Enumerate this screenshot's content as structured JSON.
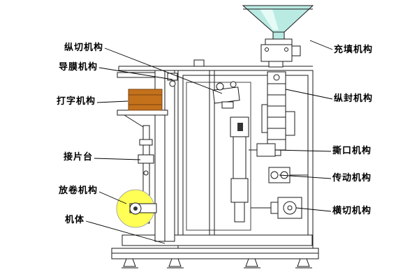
{
  "diagram": {
    "labels": {
      "left": [
        {
          "text": "纵切机构"
        },
        {
          "text": "导膜机构"
        },
        {
          "text": "打字机构"
        },
        {
          "text": "接片台"
        },
        {
          "text": "放卷机构"
        },
        {
          "text": "机体"
        }
      ],
      "right": [
        {
          "text": "充填机构"
        },
        {
          "text": "纵封机构"
        },
        {
          "text": "撕口机构"
        },
        {
          "text": "传动机构"
        },
        {
          "text": "横切机构"
        }
      ]
    },
    "colors": {
      "hopper_fill": "#b9ebe3",
      "hopper_highlight": "#e6faf6",
      "printer_box_fill": "#c4711c",
      "printer_box_stroke": "#7a4410",
      "film_roll_fill": "#ffff55",
      "film_roll_stroke": "#aaaaaa",
      "line_color": "#1a1a1a"
    }
  }
}
